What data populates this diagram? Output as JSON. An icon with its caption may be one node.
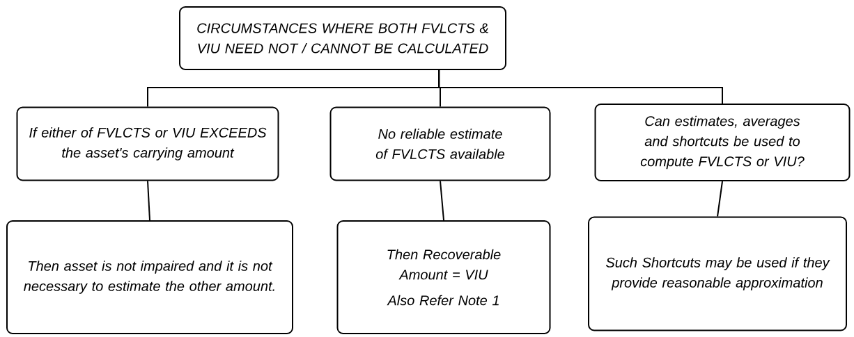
{
  "diagram": {
    "nodes": [
      {
        "text": [
          "CIRCUMSTANCES WHERE BOTH FVLCTS & VIU NEED NOT / CANNOT BE CALCULATED"
        ]
      },
      {
        "text": [
          "If either of FVLCTS or VIU EXCEEDS the asset's carrying amount"
        ]
      },
      {
        "text": [
          "No reliable estimate of FVLCTS available"
        ]
      },
      {
        "text": [
          "Can estimates, averages and shortcuts be used to compute FVLCTS or VIU?"
        ]
      },
      {
        "text": [
          "Then asset is not impaired and it is not necessary to estimate the other amount."
        ]
      },
      {
        "text": [
          "Then Recoverable Amount = VIU",
          "Also Refer Note 1"
        ]
      },
      {
        "text": [
          "Such Shortcuts may be used if they provide reasonable approximation"
        ]
      }
    ],
    "edges": [
      {
        "from": 0,
        "to": 1,
        "arrow": "none"
      },
      {
        "from": 0,
        "to": 2,
        "arrow": "none"
      },
      {
        "from": 0,
        "to": 3,
        "arrow": "none"
      },
      {
        "from": 1,
        "to": 4,
        "arrow": "none"
      },
      {
        "from": 2,
        "to": 5,
        "arrow": "none"
      },
      {
        "from": 3,
        "to": 6,
        "arrow": "none"
      }
    ]
  }
}
